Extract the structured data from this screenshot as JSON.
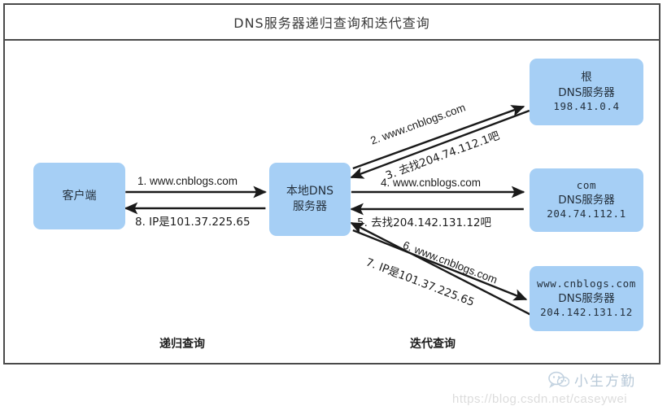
{
  "title": "DNS服务器递归查询和迭代查询",
  "nodes": {
    "client": {
      "lines": [
        "客户端"
      ]
    },
    "local_dns": {
      "lines": [
        "本地DNS",
        "服务器"
      ]
    },
    "root_dns": {
      "lines": [
        "根",
        "DNS服务器",
        "198.41.0.4"
      ]
    },
    "com_dns": {
      "lines": [
        "com",
        "DNS服务器",
        "204.74.112.1"
      ]
    },
    "auth_dns": {
      "lines": [
        "www.cnblogs.com",
        "DNS服务器",
        "204.142.131.12"
      ]
    }
  },
  "edges": [
    {
      "id": 1,
      "label": "1. www.cnblogs.com",
      "from": "client",
      "to": "local_dns"
    },
    {
      "id": 2,
      "label": "2. www.cnblogs.com",
      "from": "local_dns",
      "to": "root_dns"
    },
    {
      "id": 3,
      "label": "3. 去找204.74.112.1吧",
      "from": "root_dns",
      "to": "local_dns"
    },
    {
      "id": 4,
      "label": "4. www.cnblogs.com",
      "from": "local_dns",
      "to": "com_dns"
    },
    {
      "id": 5,
      "label": "5. 去找204.142.131.12吧",
      "from": "com_dns",
      "to": "local_dns"
    },
    {
      "id": 6,
      "label": "6. www.cnblogs.com",
      "from": "local_dns",
      "to": "auth_dns"
    },
    {
      "id": 7,
      "label": "7. IP是101.37.225.65",
      "from": "auth_dns",
      "to": "local_dns"
    },
    {
      "id": 8,
      "label": "8. IP是101.37.225.65",
      "from": "local_dns",
      "to": "client"
    }
  ],
  "sections": {
    "recursive": "递归查询",
    "iterative": "迭代查询"
  },
  "watermarks": {
    "wechat": "小生方勤",
    "url": "https://blog.csdn.net/caseywei"
  },
  "colors": {
    "node_fill": "#a6cff5",
    "border": "#4a4a4a",
    "arrow": "#1a1a1a"
  }
}
